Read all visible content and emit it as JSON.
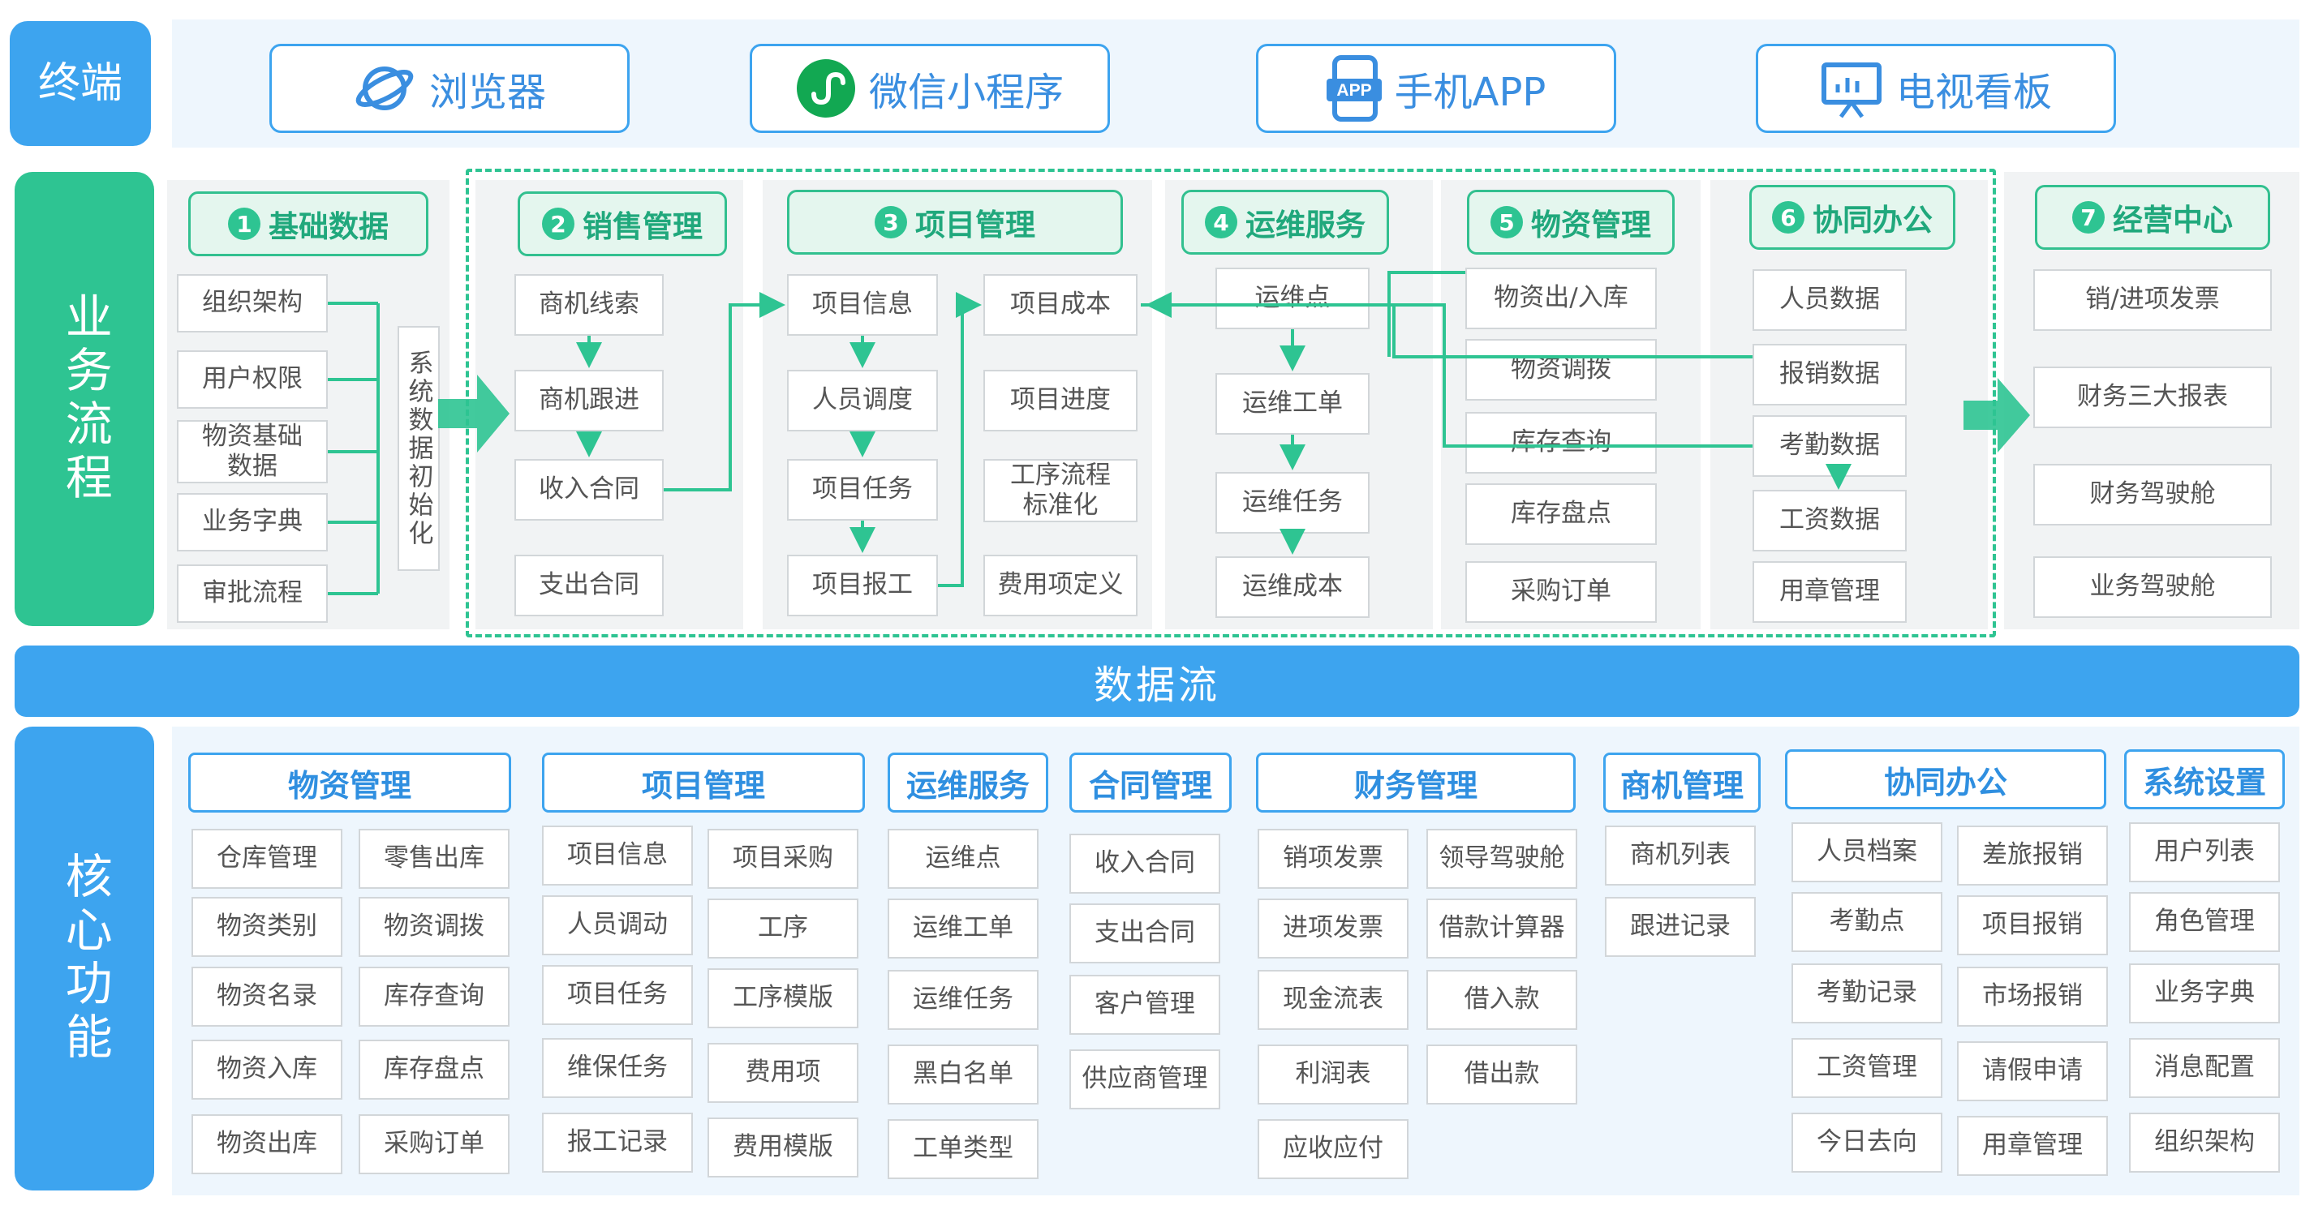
{
  "colors": {
    "blue": "#3da4ef",
    "green": "#2ec492",
    "band": "#eef6fd",
    "panel": "#f1f3f4"
  },
  "terminal": {
    "label": "终端",
    "items": [
      {
        "label": "浏览器",
        "icon": "browser-planet-icon"
      },
      {
        "label": "微信小程序",
        "icon": "wechat-miniprogram-icon"
      },
      {
        "label": "手机APP",
        "icon": "mobile-app-icon",
        "badge": "APP"
      },
      {
        "label": "电视看板",
        "icon": "tv-board-icon"
      }
    ]
  },
  "business": {
    "label": "业务流程",
    "init_label": "系统数据初始化",
    "groups": [
      {
        "num": "1",
        "title": "基础数据",
        "items": [
          "组织架构",
          "用户权限",
          "物资基础\n数据",
          "业务字典",
          "审批流程"
        ]
      },
      {
        "num": "2",
        "title": "销售管理",
        "items": [
          "商机线索",
          "商机跟进",
          "收入合同",
          "支出合同"
        ]
      },
      {
        "num": "3",
        "title": "项目管理",
        "items": [
          "项目信息",
          "人员调度",
          "项目任务",
          "项目报工",
          "项目成本",
          "项目进度",
          "工序流程\n标准化",
          "费用项定义"
        ]
      },
      {
        "num": "4",
        "title": "运维服务",
        "items": [
          "运维点",
          "运维工单",
          "运维任务",
          "运维成本"
        ]
      },
      {
        "num": "5",
        "title": "物资管理",
        "items": [
          "物资出/入库",
          "物资调拨",
          "库存查询",
          "库存盘点",
          "采购订单"
        ]
      },
      {
        "num": "6",
        "title": "协同办公",
        "items": [
          "人员数据",
          "报销数据",
          "考勤数据",
          "工资数据",
          "用章管理"
        ]
      },
      {
        "num": "7",
        "title": "经营中心",
        "items": [
          "销/进项发票",
          "财务三大报表",
          "财务驾驶舱",
          "业务驾驶舱"
        ]
      }
    ]
  },
  "dataflow": {
    "label": "数据流"
  },
  "core": {
    "label": "核心功能",
    "groups": [
      {
        "title": "物资管理",
        "items": [
          "仓库管理",
          "零售出库",
          "物资类别",
          "物资调拨",
          "物资名录",
          "库存查询",
          "物资入库",
          "库存盘点",
          "物资出库",
          "采购订单"
        ]
      },
      {
        "title": "项目管理",
        "items": [
          "项目信息",
          "项目采购",
          "人员调动",
          "工序",
          "项目任务",
          "工序模版",
          "维保任务",
          "费用项",
          "报工记录",
          "费用模版"
        ]
      },
      {
        "title": "运维服务",
        "items": [
          "运维点",
          "运维工单",
          "运维任务",
          "黑白名单",
          "工单类型"
        ]
      },
      {
        "title": "合同管理",
        "items": [
          "收入合同",
          "支出合同",
          "客户管理",
          "供应商管理"
        ]
      },
      {
        "title": "财务管理",
        "items": [
          "销项发票",
          "领导驾驶舱",
          "进项发票",
          "借款计算器",
          "现金流表",
          "借入款",
          "利润表",
          "借出款",
          "应收应付"
        ]
      },
      {
        "title": "商机管理",
        "items": [
          "商机列表",
          "跟进记录"
        ]
      },
      {
        "title": "协同办公",
        "items": [
          "人员档案",
          "差旅报销",
          "考勤点",
          "项目报销",
          "考勤记录",
          "市场报销",
          "工资管理",
          "请假申请",
          "今日去向",
          "用章管理"
        ]
      },
      {
        "title": "系统设置",
        "items": [
          "用户列表",
          "角色管理",
          "业务字典",
          "消息配置",
          "组织架构"
        ]
      }
    ]
  }
}
